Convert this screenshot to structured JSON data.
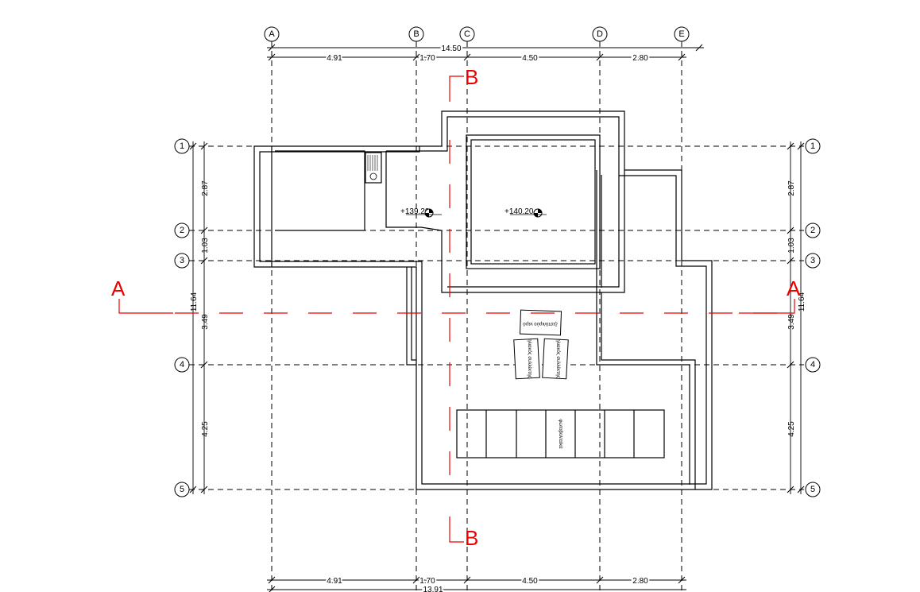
{
  "drawing": {
    "grid_columns": [
      "A",
      "B",
      "C",
      "D",
      "E"
    ],
    "grid_rows": [
      "1",
      "2",
      "3",
      "4",
      "5"
    ],
    "top_dims": {
      "total": "14.50",
      "segments": [
        "4.91",
        "1.70",
        "4.50",
        "2.80"
      ]
    },
    "bottom_dims": {
      "total": "13.91",
      "segments": [
        "4.91",
        "1.70",
        "4.50",
        "2.80"
      ]
    },
    "left_dims": {
      "total": "11.64",
      "segments": [
        "2.87",
        "1.03",
        "3.49",
        "4.25"
      ]
    },
    "right_dims": {
      "total": "11.64",
      "segments": [
        "2.87",
        "1.03",
        "3.49",
        "4.25"
      ]
    },
    "section_a": "A",
    "section_b": "B",
    "levels": [
      "+139.20",
      "+140.20"
    ],
    "equipment": {
      "tank": "ζεστό/κρύο νερό",
      "collector_1": "ηλιακός συλλέκτης",
      "collector_2": "ηλιακός συλλέκτης",
      "pv": "φωτοβολταϊκά"
    },
    "colors": {
      "section": "#e00000",
      "lines": "#000000"
    }
  }
}
